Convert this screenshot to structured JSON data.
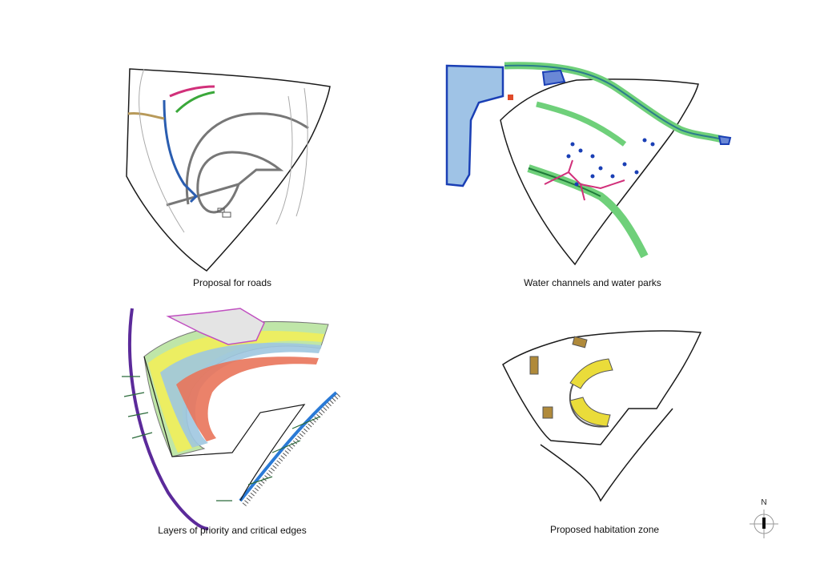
{
  "panels": {
    "roads": {
      "caption": "Proposal for roads"
    },
    "water": {
      "caption": "Water channels and water parks"
    },
    "priority": {
      "caption": "Layers of priority and critical edges"
    },
    "habitation": {
      "caption": "Proposed habitation zone"
    }
  },
  "compass": {
    "label": "N"
  },
  "colors": {
    "outline": "#1a1a1a",
    "road_blue": "#2a5db0",
    "road_green": "#3aa83a",
    "road_pink": "#d1307a",
    "road_tan": "#b89a5a",
    "water_fill": "#9fc3e6",
    "water_stroke": "#1a3fb5",
    "channel_green": "#6fd07a",
    "band_orange": "#e9745a",
    "band_blue": "#9fc6e0",
    "band_yellow": "#f3ee56",
    "band_green": "#bfe6a8",
    "edge_purple": "#5b2a9a",
    "habitation_yellow": "#eadc3a",
    "habitation_brown": "#b08a3a"
  }
}
